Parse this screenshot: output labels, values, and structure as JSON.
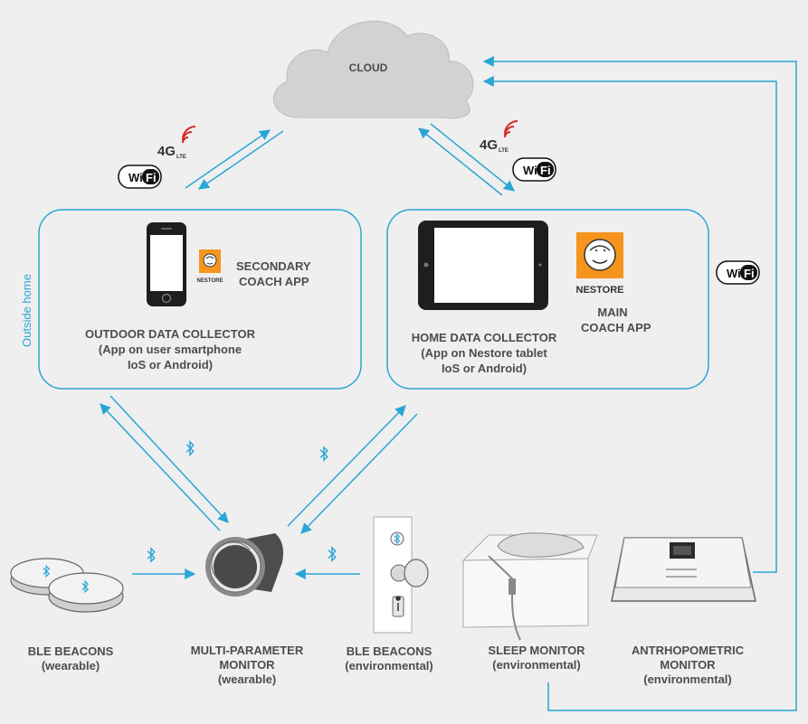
{
  "cloud": {
    "label": "CLOUD"
  },
  "side_label": "Outside home",
  "connectivity": {
    "wifi": "Wi Fi",
    "wifi_w": "Wi",
    "wifi_fi": "Fi",
    "lte_4g": "4G",
    "lte_suffix": "LTE"
  },
  "outdoor_collector": {
    "title": "OUTDOOR DATA COLLECTOR",
    "line2": "(App on user smartphone",
    "line3": "IoS or Android)",
    "app": [
      "SECONDARY",
      "COACH APP"
    ],
    "logo_text": "NESTORE"
  },
  "home_collector": {
    "title": "HOME DATA COLLECTOR",
    "line2": "(App on Nestore tablet",
    "line3": "IoS or Android)",
    "app": [
      "MAIN",
      "COACH APP"
    ],
    "logo_text": "NESTORE"
  },
  "devices": {
    "ble_wearable": [
      "BLE BEACONS",
      "(wearable)"
    ],
    "multi_param": [
      "MULTI-PARAMETER",
      "MONITOR",
      "(wearable)"
    ],
    "ble_env": [
      "BLE BEACONS",
      "(environmental)"
    ],
    "sleep": [
      "SLEEP MONITOR",
      "(environmental)"
    ],
    "anthro": [
      "ANTRHOPOMETRIC",
      "MONITOR",
      "(environmental)"
    ]
  },
  "colors": {
    "accent": "#2aa6d6",
    "text": "#4d4d4d",
    "device": "#555555",
    "logo_orange": "#f7941d"
  }
}
